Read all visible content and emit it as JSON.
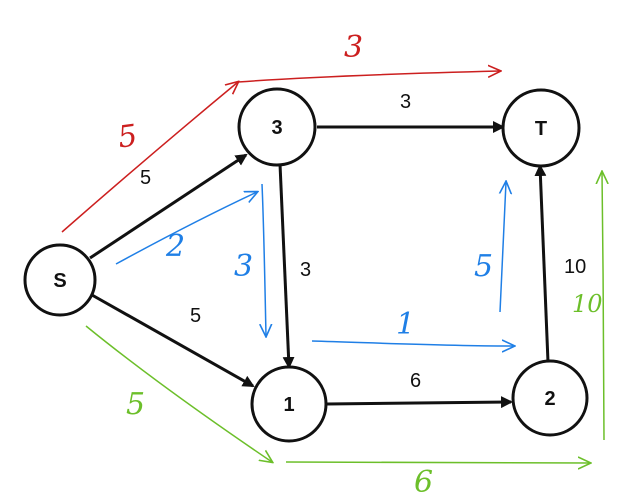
{
  "nodes": {
    "s": "S",
    "n3": "3",
    "t": "T",
    "n1": "1",
    "n2": "2"
  },
  "edges": {
    "s_3": "5",
    "s_1": "5",
    "n3_t": "3",
    "n3_1": "3",
    "n1_2": "6",
    "n2_t": "10"
  },
  "annotations": {
    "red_path_s_3": "5",
    "red_path_3_t": "3",
    "blue_s_3": "2",
    "blue_3_1": "3",
    "blue_1_2": "1",
    "blue_2_t": "5",
    "green_s_1": "5",
    "green_1_2": "6",
    "green_2_t": "10"
  },
  "colors": {
    "black": "#111111",
    "red": "#cc1f1f",
    "blue": "#1f7fe6",
    "green": "#6cbf2a"
  }
}
